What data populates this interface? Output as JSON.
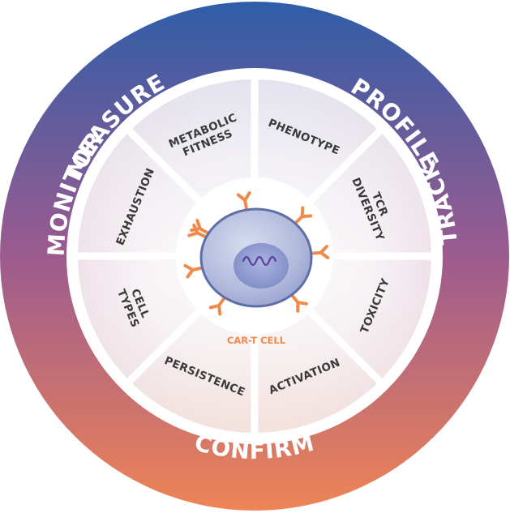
{
  "outer_ring": {
    "labels": [
      "MEASURE",
      "PROFILE",
      "MONITOR",
      "CONFIRM",
      "TRACK"
    ],
    "gradient": {
      "top": "#2f5da8",
      "middle": "#9c5b8f",
      "bottom": "#ee8456"
    }
  },
  "segments": [
    {
      "lines": [
        "PHENOTYPE"
      ]
    },
    {
      "lines": [
        "TCR",
        "DIVERSITY"
      ]
    },
    {
      "lines": [
        "TOXICITY"
      ]
    },
    {
      "lines": [
        "ACTIVATION"
      ]
    },
    {
      "lines": [
        "PERSISTENCE"
      ]
    },
    {
      "lines": [
        "CELL",
        "TYPES"
      ]
    },
    {
      "lines": [
        "EXHAUSTION"
      ]
    },
    {
      "lines": [
        "METABOLIC",
        "FITNESS"
      ]
    }
  ],
  "cell": {
    "caption": "CAR-T CELL",
    "receptor_color": "#ef8a4a",
    "membrane_color": "#5e6fa8"
  }
}
